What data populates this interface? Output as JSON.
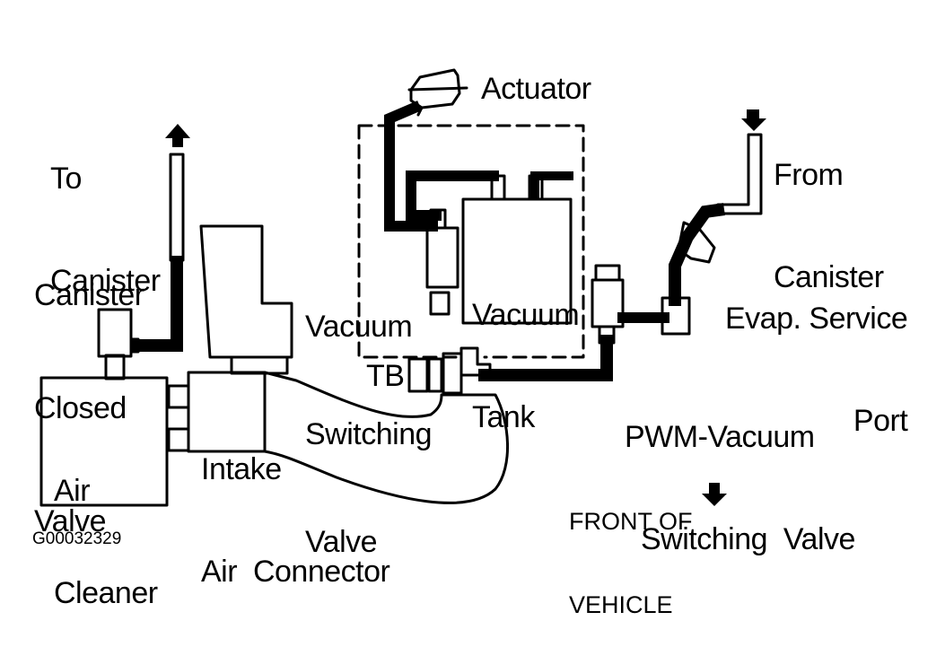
{
  "labels": {
    "actuator": "Actuator",
    "to_canister": [
      "To",
      "Canister"
    ],
    "from_canister": [
      "From",
      "Canister"
    ],
    "canister_closed_valve": [
      "Canister",
      "Closed",
      "Valve"
    ],
    "vacuum_switching_valve": [
      "Vacuum",
      "Switching",
      "Valve"
    ],
    "vacuum_tank": [
      "Vacuum",
      "Tank"
    ],
    "evap_service_port": [
      "Evap. Service",
      "Port"
    ],
    "tb": "TB",
    "pwm_vacuum_switching_valve": [
      "PWM-Vacuum",
      "Switching  Valve"
    ],
    "intake_air_connector": [
      "Intake",
      "Air  Connector"
    ],
    "air_cleaner": [
      "Air",
      "Cleaner"
    ],
    "front_of_vehicle": [
      "FRONT OF",
      "VEHICLE"
    ],
    "figure_id": "G00032329"
  }
}
